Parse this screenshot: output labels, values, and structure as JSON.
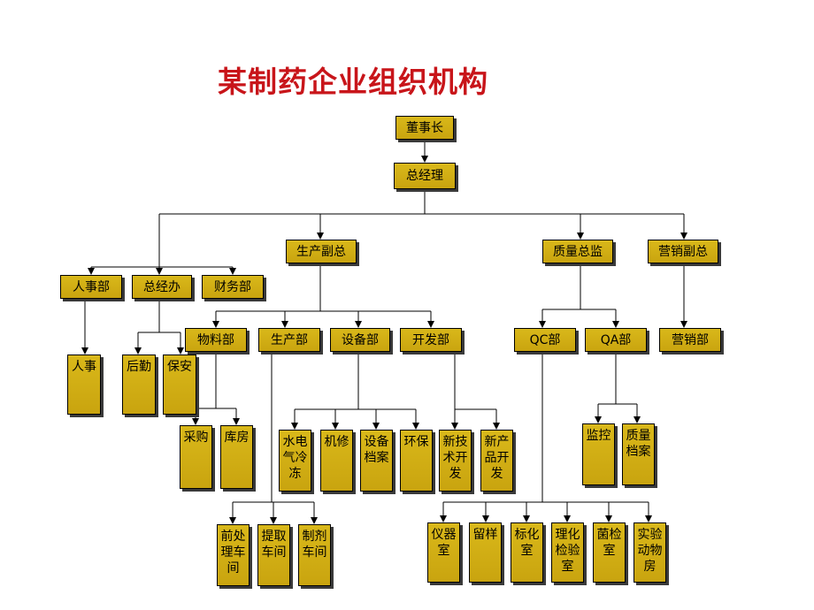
{
  "title": "某制药企业组织机构",
  "nodes": {
    "chairman": "董事长",
    "gm": "总经理",
    "prod_vp": "生产副总",
    "qa_director": "质量总监",
    "sales_vp": "营销副总",
    "hr_dept": "人事部",
    "gm_office": "总经办",
    "finance_dept": "财务部",
    "materials_dept": "物料部",
    "production_dept": "生产部",
    "equipment_dept": "设备部",
    "rd_dept": "开发部",
    "qc_dept": "QC部",
    "qa_dept": "QA部",
    "sales_dept": "营销部",
    "personnel": "人事",
    "logistics": "后勤",
    "security": "保安",
    "purchasing": "采购",
    "warehouse": "库房",
    "utilities": "水电气冷冻",
    "mech_repair": "机修",
    "equip_files": "设备档案",
    "env_protection": "环保",
    "new_tech": "新技术开发",
    "new_product": "新产品开发",
    "pretreat_workshop": "前处理车间",
    "extract_workshop": "提取车间",
    "prep_workshop": "制剂车间",
    "instrument_room": "仪器室",
    "sample_room": "留样",
    "standard_room": "标化室",
    "physchem_lab": "理化检验室",
    "micro_room": "菌检室",
    "animal_room": "实验动物房",
    "monitoring": "监控",
    "quality_files": "质量档案"
  }
}
